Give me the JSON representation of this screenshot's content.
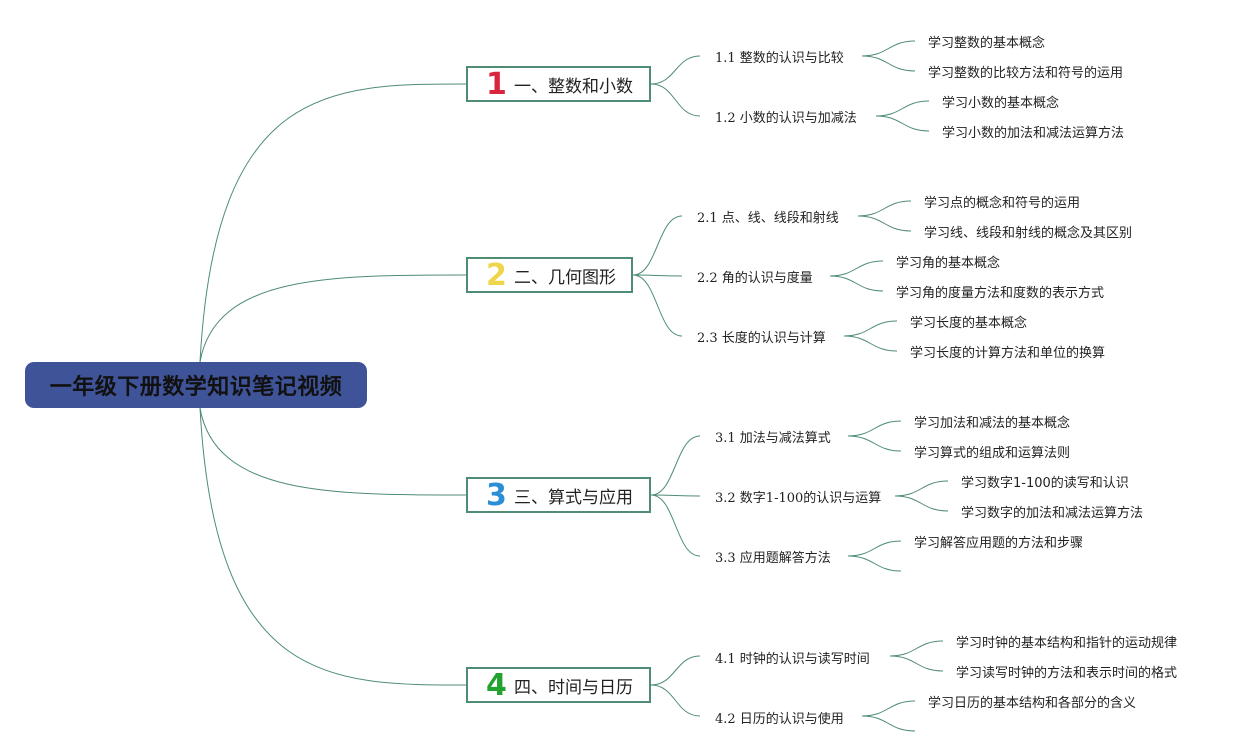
{
  "title": "一年级下册数学知识笔记视频",
  "colors": {
    "root_fill": "#3f5398",
    "connector": "#4e8c74",
    "chapter_numbers": [
      "#d7263d",
      "#f0d44a",
      "#2c8fd6",
      "#22a22e"
    ]
  },
  "chapters": [
    {
      "number": "1",
      "label": "一、整数和小数",
      "sections": [
        {
          "label": "1.1 整数的认识与比较",
          "points": [
            "学习整数的基本概念",
            "学习整数的比较方法和符号的运用"
          ]
        },
        {
          "label": "1.2 小数的认识与加减法",
          "points": [
            "学习小数的基本概念",
            "学习小数的加法和减法运算方法"
          ]
        }
      ]
    },
    {
      "number": "2",
      "label": "二、几何图形",
      "sections": [
        {
          "label": "2.1 点、线、线段和射线",
          "points": [
            "学习点的概念和符号的运用",
            "学习线、线段和射线的概念及其区别"
          ]
        },
        {
          "label": "2.2 角的认识与度量",
          "points": [
            "学习角的基本概念",
            "学习角的度量方法和度数的表示方式"
          ]
        },
        {
          "label": "2.3 长度的认识与计算",
          "points": [
            "学习长度的基本概念",
            "学习长度的计算方法和单位的换算"
          ]
        }
      ]
    },
    {
      "number": "3",
      "label": "三、算式与应用",
      "sections": [
        {
          "label": "3.1 加法与减法算式",
          "points": [
            "学习加法和减法的基本概念",
            "学习算式的组成和运算法则"
          ]
        },
        {
          "label": "3.2 数字1-100的认识与运算",
          "points": [
            "学习数字1-100的读写和认识",
            "学习数字的加法和减法运算方法"
          ]
        },
        {
          "label": "3.3 应用题解答方法",
          "points": [
            "学习解答应用题的方法和步骤",
            ""
          ]
        }
      ]
    },
    {
      "number": "4",
      "label": "四、时间与日历",
      "sections": [
        {
          "label": "4.1 时钟的认识与读写时间",
          "points": [
            "学习时钟的基本结构和指针的运动规律",
            "学习读写时钟的方法和表示时间的格式"
          ]
        },
        {
          "label": "4.2 日历的认识与使用",
          "points": [
            "学习日历的基本结构和各部分的含义",
            ""
          ]
        }
      ]
    }
  ]
}
